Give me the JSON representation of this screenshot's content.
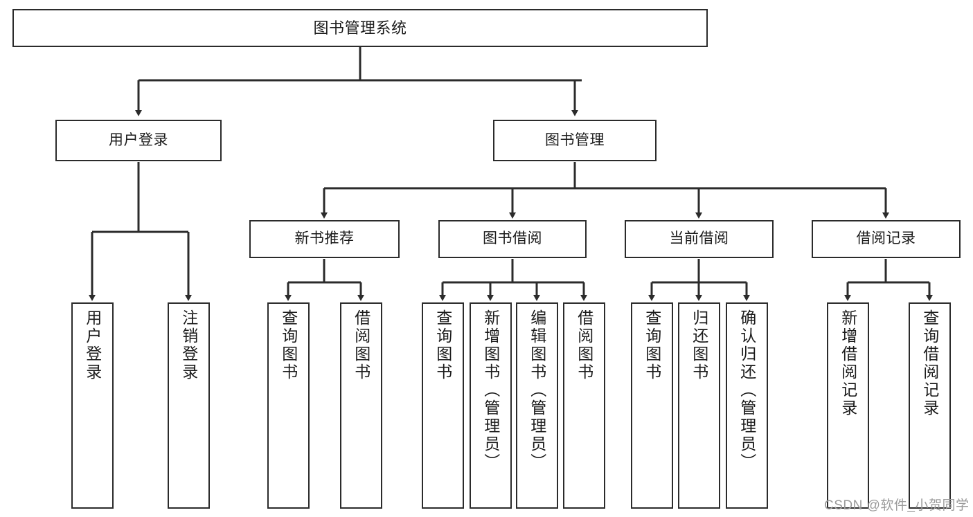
{
  "diagram": {
    "title": "图书管理系统",
    "watermark": "CSDN @软件_小贺同学",
    "colors": {
      "stroke": "#2b2b2b",
      "fill": "#ffffff",
      "text": "#1b1b1b",
      "watermark": "#9b9b9b"
    },
    "root": {
      "label": "图书管理系统"
    },
    "level2": [
      {
        "label": "用户登录"
      },
      {
        "label": "图书管理"
      }
    ],
    "level3": [
      {
        "label": "新书推荐"
      },
      {
        "label": "图书借阅"
      },
      {
        "label": "当前借阅"
      },
      {
        "label": "借阅记录"
      }
    ],
    "leaves": {
      "user_login": [
        {
          "label": "用户登录"
        },
        {
          "label": "注销登录"
        }
      ],
      "new_book_recommend": [
        {
          "label": "查询图书"
        },
        {
          "label": "借阅图书"
        }
      ],
      "book_borrow": [
        {
          "label": "查询图书"
        },
        {
          "label": "新增图书（管理员）"
        },
        {
          "label": "编辑图书（管理员）"
        },
        {
          "label": "借阅图书"
        }
      ],
      "current_borrow": [
        {
          "label": "查询图书"
        },
        {
          "label": "归还图书"
        },
        {
          "label": "确认归还（管理员）"
        }
      ],
      "borrow_record": [
        {
          "label": "新增借阅记录"
        },
        {
          "label": "查询借阅记录"
        }
      ]
    }
  }
}
